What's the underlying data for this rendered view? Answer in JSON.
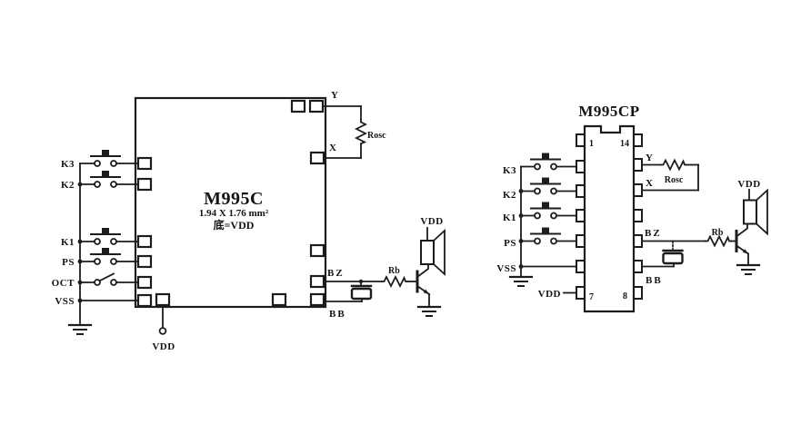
{
  "figure": {
    "kind": "circuit-schematic",
    "ink_color": "#1c1c1c",
    "background": "#ffffff"
  },
  "m995c": {
    "title": "M995C",
    "die_size": "1.94 X 1.76 mm²",
    "substrate": "底=VDD",
    "labels": {
      "k3": "K3",
      "k2": "K2",
      "k1": "K1",
      "ps": "PS",
      "oct": "OCT",
      "vss": "VSS",
      "y": "Y",
      "x": "X",
      "bz": "BZ",
      "bb": "BB",
      "rosc": "Rosc",
      "rb": "Rb",
      "vdd_speaker": "VDD",
      "vdd_substrate": "VDD"
    }
  },
  "m995cp": {
    "title": "M995CP",
    "pin_numbers": {
      "p1": "1",
      "p14": "14",
      "p7": "7",
      "p8": "8"
    },
    "labels": {
      "k3": "K3",
      "k2": "K2",
      "k1": "K1",
      "ps": "PS",
      "vss": "VSS",
      "vdd": "VDD",
      "y": "Y",
      "x": "X",
      "bz": "BZ",
      "bb": "BB",
      "rosc": "Rosc",
      "rb": "Rb",
      "vdd_speaker": "VDD"
    }
  }
}
